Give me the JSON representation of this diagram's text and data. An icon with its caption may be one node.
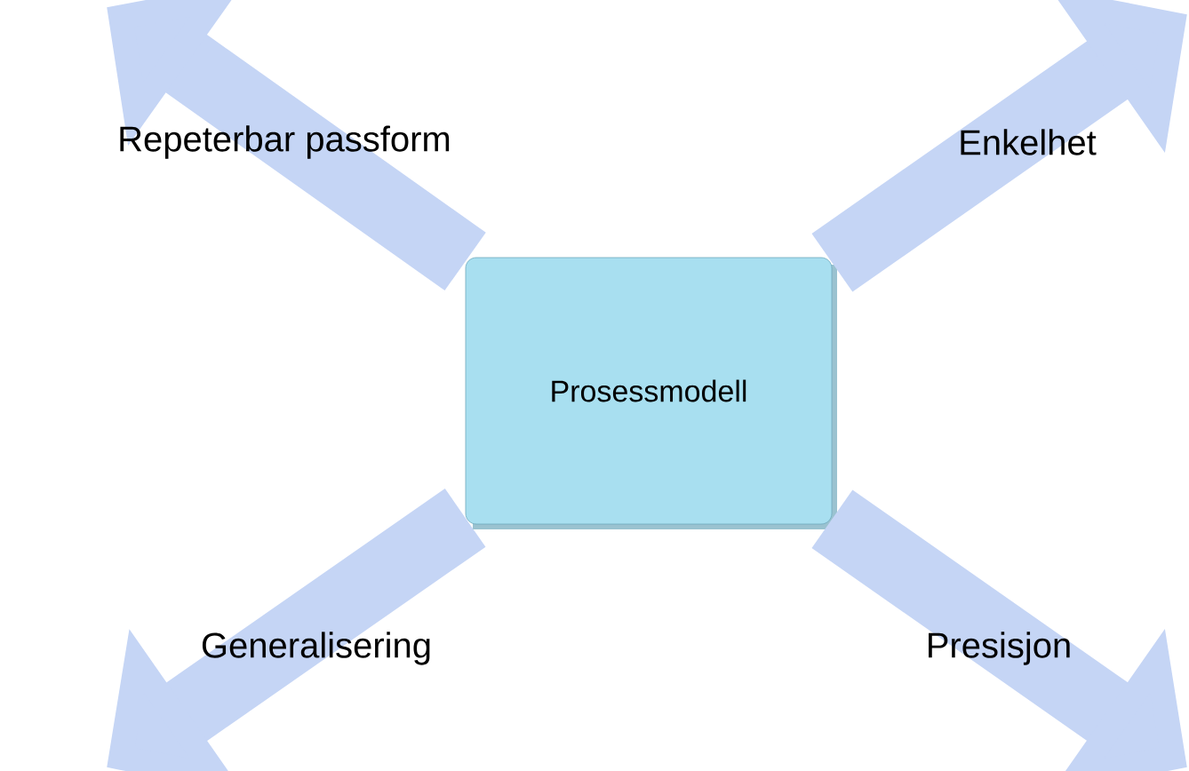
{
  "diagram": {
    "nodes": [
      {
        "text": [
          "Prosessmodell"
        ]
      }
    ],
    "labels": [
      "Repeterbar passform",
      "Enkelhet",
      "Generalisering",
      "Presisjon"
    ]
  }
}
